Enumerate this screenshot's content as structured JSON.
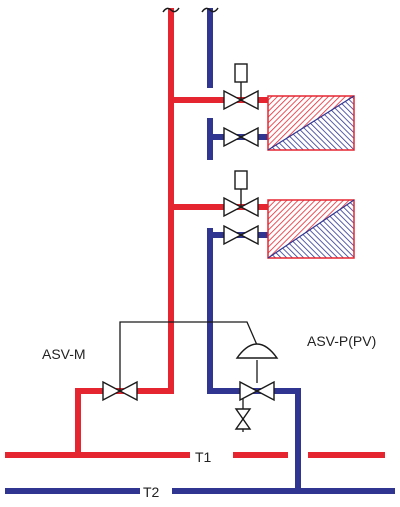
{
  "labels": {
    "asv_m": "ASV-M",
    "asv_p": "ASV-P(PV)",
    "t1": "T1",
    "t2": "T2"
  },
  "colors": {
    "supply": "#e52630",
    "return": "#2f3590",
    "impulse": "#1a1a1a",
    "background": "#ffffff"
  },
  "components": {
    "supply_riser": "supply-pipe",
    "return_riser": "return-pipe",
    "radiators": [
      "radiator-upper",
      "radiator-lower"
    ],
    "radiator_valves_supply": [
      "thermostatic-valve-upper",
      "thermostatic-valve-lower"
    ],
    "radiator_valves_return": [
      "return-valve-upper",
      "return-valve-lower"
    ],
    "balancing_valves": [
      "asv-m-valve",
      "asv-p-valve"
    ]
  }
}
